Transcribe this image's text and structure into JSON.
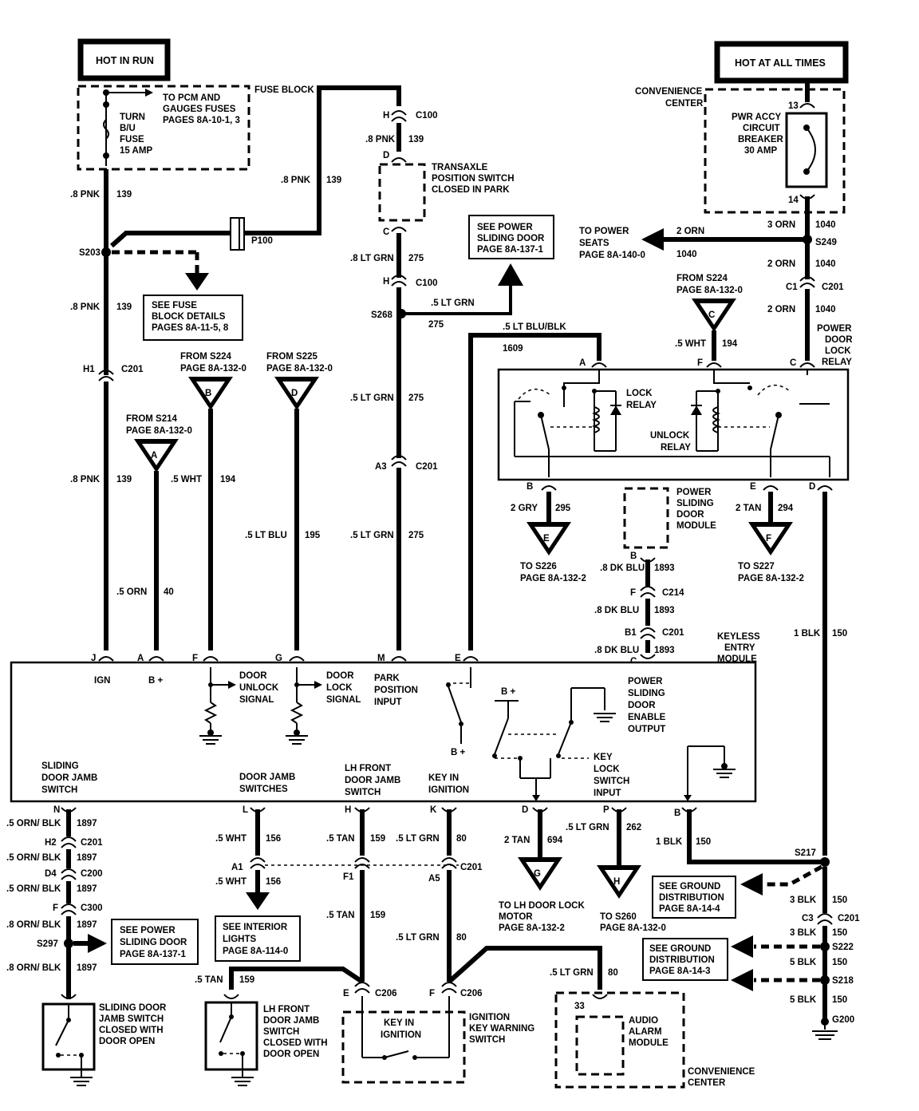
{
  "power_sources": {
    "hot_in_run": "HOT IN RUN",
    "hot_at_all_times": "HOT AT ALL TIMES"
  },
  "fuse_block": {
    "label": "FUSE BLOCK",
    "to_pcm": [
      "TO PCM AND",
      "GAUGES FUSES",
      "PAGES 8A-10-1, 3"
    ],
    "fuse": [
      "TURN",
      "B/U",
      "FUSE",
      "15 AMP"
    ]
  },
  "convenience_center": {
    "label": "CONVENIENCE CENTER",
    "breaker": [
      "PWR ACCY",
      "CIRCUIT",
      "BREAKER",
      "30 AMP"
    ],
    "pin_in": "13",
    "pin_out": "14"
  },
  "labels": {
    "s203": "S203",
    "s268": "S268",
    "s249": "S249",
    "s217": "S217",
    "s297": "S297",
    "s222": "S222",
    "s218": "S218",
    "g200": "G200",
    "p100": "P100",
    "c100": "C100",
    "c201": "C201",
    "c200": "C200",
    "c300": "C300",
    "c214": "C214",
    "c206": "C206"
  },
  "wires": {
    "pnk_08": ".8 PNK",
    "n139": "139",
    "ltgrn_08": ".8 LT GRN",
    "ltgrn_05": ".5 LT GRN",
    "n275": "275",
    "orn_3": "3 ORN",
    "orn_2": "2 ORN",
    "n1040": "1040",
    "wht_05": ".5 WHT",
    "n194": "194",
    "orn_05": ".5 ORN",
    "n40": "40",
    "ltblu_05": ".5 LT BLU",
    "n195": "195",
    "ltblublk": ".5 LT BLU/BLK",
    "n1609": "1609",
    "gry_2": "2 GRY",
    "n295": "295",
    "tan_2": "2 TAN",
    "n294": "294",
    "dkblu_08": ".8 DK BLU",
    "n1893": "1893",
    "blk_1": "1 BLK",
    "n150": "150",
    "ornblk_05": ".5 ORN/ BLK",
    "ornblk_08": ".8 ORN/ BLK",
    "n1897": "1897",
    "n156": "156",
    "tan_05": ".5 TAN",
    "n159": "159",
    "n80": "80",
    "n694": "694",
    "ltgrn_05b": ".5 LT GRN",
    "n262": "262",
    "blk_3": "3 BLK",
    "blk_5": "5 BLK"
  },
  "refs": {
    "power_seats": [
      "TO POWER",
      "SEATS",
      "PAGE 8A-140-0"
    ],
    "fuse_details": [
      "SEE FUSE",
      "BLOCK DETAILS",
      "PAGES 8A-11-5, 8"
    ],
    "psd_top": [
      "SEE POWER",
      "SLIDING DOOR",
      "PAGE 8A-137-1"
    ],
    "psd_bottom": [
      "SEE POWER",
      "SLIDING DOOR",
      "PAGE 8A-137-1"
    ],
    "from_s224_b": [
      "FROM S224",
      "PAGE 8A-132-0"
    ],
    "from_s225_d": [
      "FROM S225",
      "PAGE 8A-132-0"
    ],
    "from_s214_a": [
      "FROM S214",
      "PAGE 8A-132-0"
    ],
    "from_s224_c": [
      "FROM S224",
      "PAGE 8A-132-0"
    ],
    "to_s226": [
      "TO S226",
      "PAGE 8A-132-2"
    ],
    "to_s227": [
      "TO S227",
      "PAGE 8A-132-2"
    ],
    "to_lh_motor": [
      "TO LH DOOR LOCK",
      "MOTOR",
      "PAGE 8A-132-2"
    ],
    "to_s260": [
      "TO S260",
      "PAGE 8A-132-0"
    ],
    "ground1": [
      "SEE GROUND",
      "DISTRIBUTION",
      "PAGE 8A-14-4"
    ],
    "ground2": [
      "SEE GROUND",
      "DISTRIBUTION",
      "PAGE 8A-14-3"
    ],
    "interior": [
      "SEE INTERIOR",
      "LIGHTS",
      "PAGE 8A-114-0"
    ]
  },
  "components": {
    "transaxle": [
      "TRANSAXLE",
      "POSITION SWITCH",
      "CLOSED IN PARK"
    ],
    "relay_label": [
      "POWER",
      "DOOR",
      "LOCK",
      "RELAY"
    ],
    "lock_relay": [
      "LOCK",
      "RELAY"
    ],
    "unlock_relay": [
      "UNLOCK",
      "RELAY"
    ],
    "psd_module": [
      "POWER",
      "SLIDING",
      "DOOR",
      "MODULE"
    ],
    "kem": [
      "KEYLESS",
      "ENTRY",
      "MODULE"
    ],
    "sliding_switch": [
      "SLIDING DOOR",
      "JAMB SWITCH",
      "CLOSED WITH",
      "DOOR OPEN"
    ],
    "lh_switch": [
      "LH FRONT",
      "DOOR JAMB",
      "SWITCH",
      "CLOSED WITH",
      "DOOR OPEN"
    ],
    "key_ignition": [
      "KEY IN",
      "IGNITION"
    ],
    "ign_warning": [
      "IGNITION",
      "KEY WARNING",
      "SWITCH"
    ],
    "audio_alarm": [
      "AUDIO",
      "ALARM",
      "MODULE"
    ],
    "conv_center_bottom": [
      "CONVENIENCE",
      "CENTER"
    ],
    "conv_center_top": [
      "CONVENIENCE",
      "CENTER"
    ]
  },
  "module_text": {
    "ign": "IGN",
    "bplus": "B +",
    "unlock_sig": [
      "DOOR",
      "UNLOCK",
      "SIGNAL"
    ],
    "lock_sig": [
      "DOOR",
      "LOCK",
      "SIGNAL"
    ],
    "park": [
      "PARK",
      "POSITION",
      "INPUT"
    ],
    "psd_enable": [
      "POWER",
      "SLIDING",
      "DOOR",
      "ENABLE",
      "OUTPUT"
    ],
    "key_lock": [
      "KEY",
      "LOCK",
      "SWITCH",
      "INPUT"
    ],
    "sd_jamb": [
      "SLIDING",
      "DOOR JAMB",
      "SWITCH"
    ],
    "door_jambs": [
      "DOOR JAMB",
      "SWITCHES"
    ],
    "lh_jamb": [
      "LH FRONT",
      "DOOR JAMB",
      "SWITCH"
    ],
    "key_in": [
      "KEY IN",
      "IGNITION"
    ]
  },
  "pins": {
    "J": "J",
    "A": "A",
    "F": "F",
    "G": "G",
    "M": "M",
    "E": "E",
    "N": "N",
    "L": "L",
    "H": "H",
    "K": "K",
    "D": "D",
    "P": "P",
    "B": "B",
    "C": "C",
    "H1": "H1",
    "A3": "A3",
    "C1": "C1",
    "B1": "B1",
    "H2": "H2",
    "D4": "D4",
    "A1": "A1",
    "F1": "F1",
    "A5": "A5",
    "C3": "C3",
    "n33": "33"
  },
  "triangles": [
    "A",
    "B",
    "C",
    "D",
    "E",
    "F",
    "G",
    "H"
  ]
}
